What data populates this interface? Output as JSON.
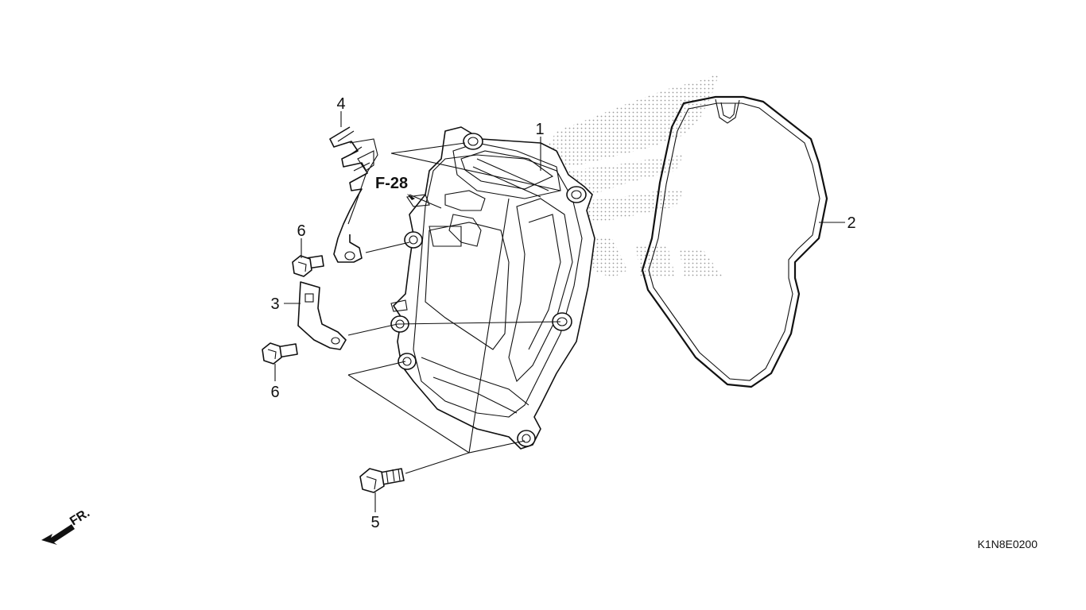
{
  "callouts": {
    "c1": "1",
    "c2": "2",
    "c3": "3",
    "c4": "4",
    "c5": "5",
    "c6_upper": "6",
    "c6_lower": "6"
  },
  "reference": "F-28",
  "front_indicator": "FR.",
  "diagram_code": "K1N8E0200",
  "icons": {
    "watermark": "honda-wing-logo-dotted",
    "front_arrow": "front-direction-arrow"
  }
}
